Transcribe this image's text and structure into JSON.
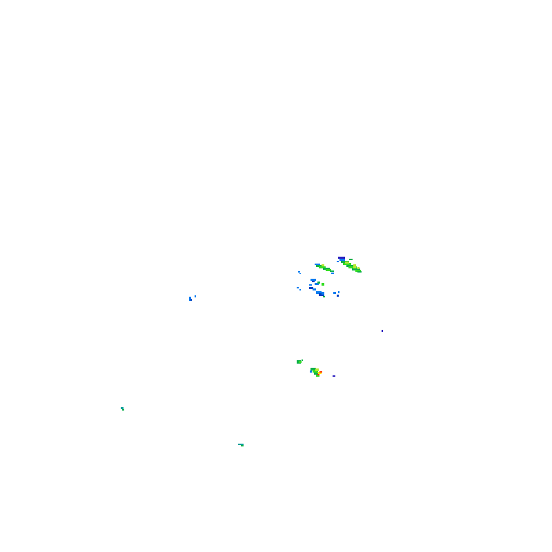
{
  "layer": {
    "kind": "radar-reflectivity-overlay",
    "background": "#ffffff",
    "palette": {
      "light": "#0a7cf0",
      "lightDark": "#0040c0",
      "moderate": "#0fb04a",
      "moderateBright": "#33dd22",
      "heavy": "#b6e832",
      "intense": "#ffe600",
      "severe": "#ff3300",
      "extreme": "#2a1fbf",
      "trace": "#0aa09a"
    },
    "cells": [
      {
        "name": "echo-cluster-northeast-main",
        "levels": [
          "extreme",
          "light",
          "moderate",
          "moderateBright",
          "heavy"
        ]
      },
      {
        "name": "echo-cluster-northeast-band",
        "levels": [
          "light",
          "moderate",
          "moderateBright",
          "heavy"
        ]
      },
      {
        "name": "echo-cluster-mid-scatter",
        "levels": [
          "light",
          "lightDark",
          "moderate",
          "moderateBright"
        ]
      },
      {
        "name": "echo-cell-west-small",
        "levels": [
          "light"
        ]
      },
      {
        "name": "echo-point-east",
        "levels": [
          "extreme"
        ]
      },
      {
        "name": "echo-cluster-south-core",
        "levels": [
          "moderate",
          "moderateBright",
          "heavy",
          "intense",
          "severe",
          "extreme"
        ]
      },
      {
        "name": "echo-fleck-southwest",
        "levels": [
          "trace"
        ]
      },
      {
        "name": "echo-fleck-south",
        "levels": [
          "trace"
        ]
      }
    ]
  }
}
